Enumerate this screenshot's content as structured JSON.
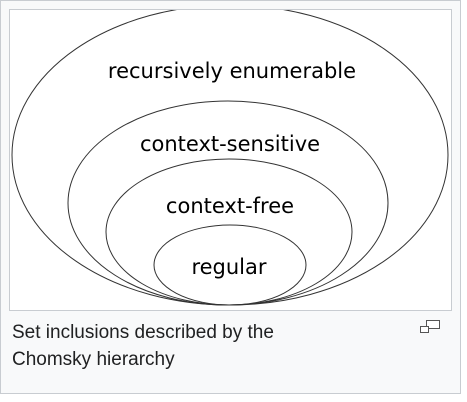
{
  "diagram": {
    "sets": [
      {
        "id": "recursively-enumerable",
        "label": "recursively enumerable"
      },
      {
        "id": "context-sensitive",
        "label": "context-sensitive"
      },
      {
        "id": "context-free",
        "label": "context-free"
      },
      {
        "id": "regular",
        "label": "regular"
      }
    ]
  },
  "caption": {
    "line1": "Set inclusions described by the",
    "line2": "Chomsky hierarchy"
  },
  "icons": {
    "enlarge": "magnify-clip-icon"
  }
}
